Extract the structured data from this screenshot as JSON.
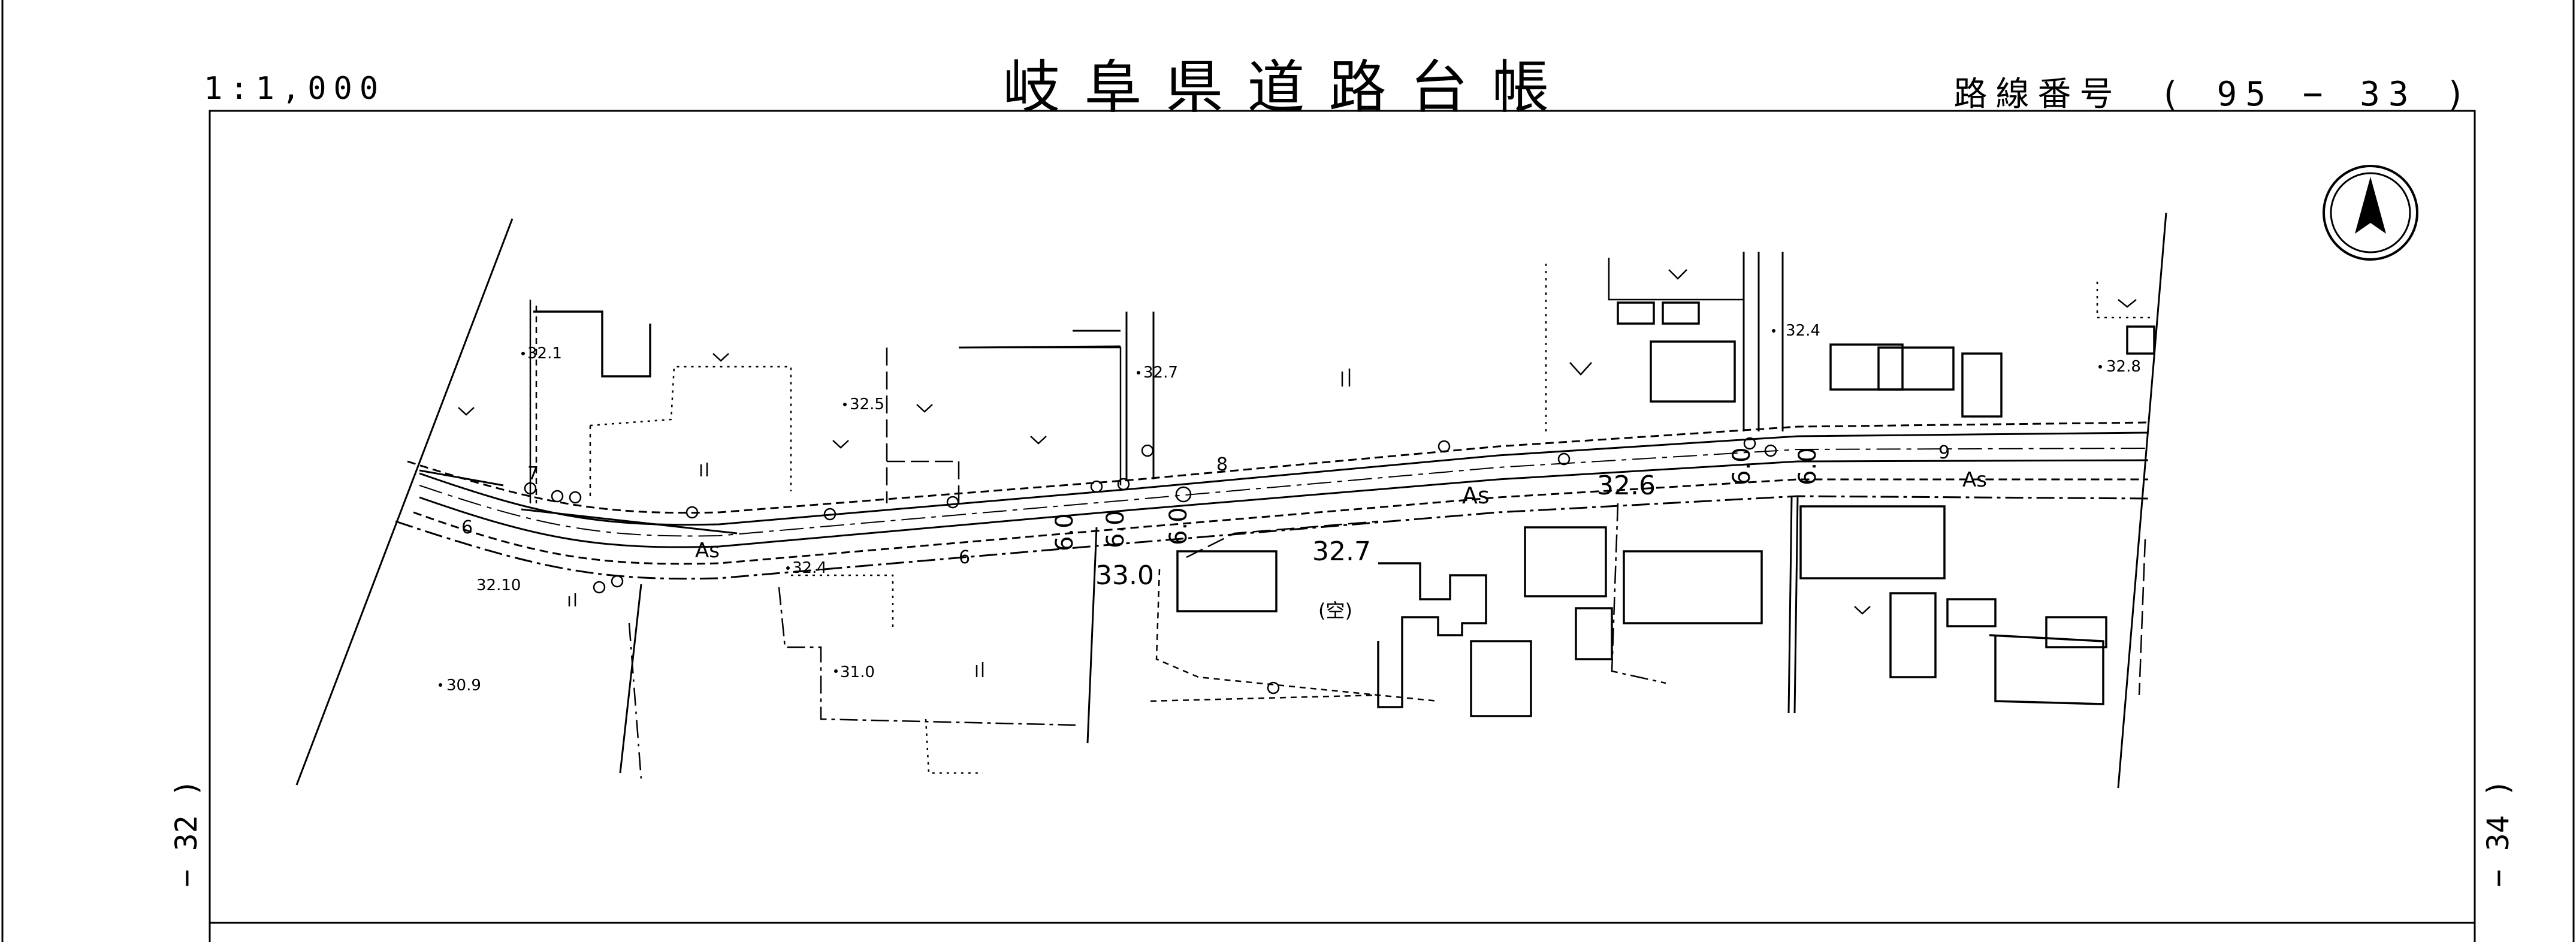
{
  "header": {
    "scale": "1:1,000",
    "title": "岐阜県道路台帳",
    "route_label": "路線番号",
    "route_number": "( 95 − 33 )"
  },
  "adjacent_sheets": {
    "left": "− 32 )",
    "right": "− 34 )"
  },
  "map": {
    "north_arrow": "north-arrow-icon",
    "pavement_labels": [
      "As",
      "As",
      "As"
    ],
    "road_widths": [
      "6.0",
      "6.0",
      "6.0",
      "6.0",
      "6.0"
    ],
    "large_elevations": [
      "33.0",
      "32.7",
      "32.6"
    ],
    "elevations": [
      "32.1",
      "32.5",
      "32.7",
      "32.4",
      "32.8",
      "32.10",
      "32.4",
      "31.0",
      "30.9"
    ],
    "small_marks": [
      "6",
      "6",
      "7",
      "8",
      "9"
    ],
    "vacant_label": "(空)"
  }
}
